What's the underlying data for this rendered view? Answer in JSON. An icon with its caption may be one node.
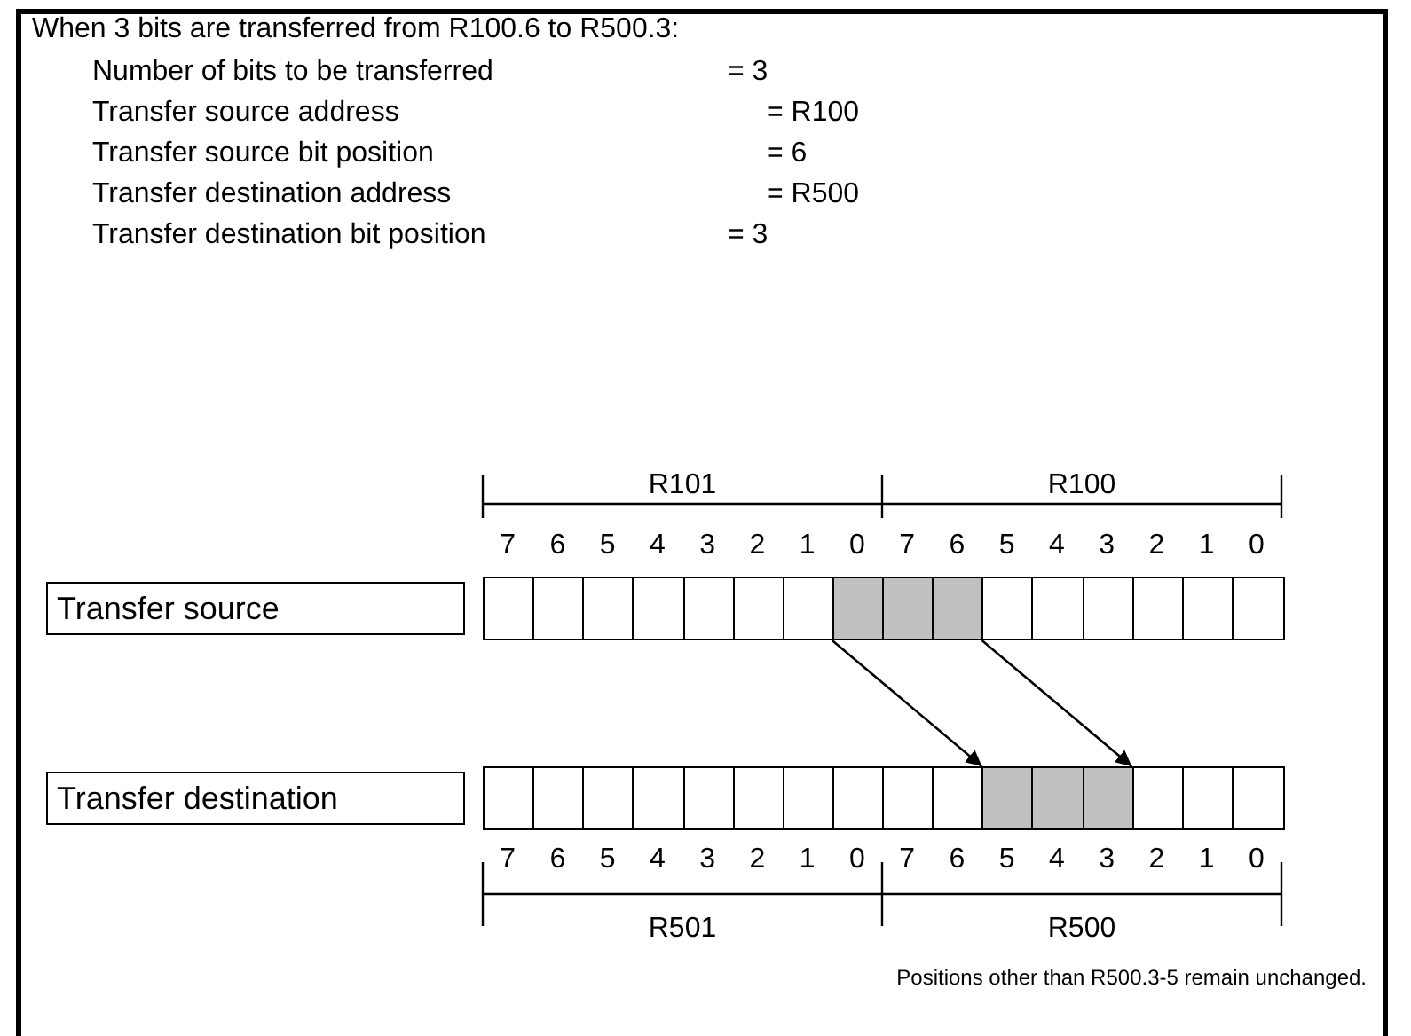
{
  "diagram": {
    "nodes": [
      {
        "text": [
          "Transfer source"
        ]
      },
      {
        "text": [],
        "shape": "box"
      },
      {
        "text": [],
        "shape": "box"
      },
      {
        "text": [],
        "shape": "box"
      },
      {
        "text": [],
        "shape": "box"
      },
      {
        "text": [],
        "shape": "box"
      },
      {
        "text": [],
        "shape": "box"
      },
      {
        "text": [],
        "shape": "box"
      },
      {
        "text": [],
        "shape": "box"
      },
      {
        "text": [],
        "shape": "box"
      },
      {
        "text": [],
        "shape": "box"
      },
      {
        "text": [],
        "shape": "box"
      },
      {
        "text": [],
        "shape": "box"
      },
      {
        "text": [],
        "shape": "box"
      },
      {
        "text": [],
        "shape": "box"
      },
      {
        "text": [],
        "shape": "box"
      },
      {
        "text": [],
        "shape": "box"
      },
      {
        "text": [
          "Transfer destination"
        ]
      },
      {
        "text": [],
        "shape": "box"
      },
      {
        "text": [],
        "shape": "box"
      },
      {
        "text": [],
        "shape": "box"
      },
      {
        "text": [],
        "shape": "box"
      },
      {
        "text": [],
        "shape": "box"
      },
      {
        "text": [],
        "shape": "box"
      },
      {
        "text": [],
        "shape": "box"
      },
      {
        "text": [],
        "shape": "box"
      },
      {
        "text": [],
        "shape": "box"
      },
      {
        "text": [],
        "shape": "box"
      },
      {
        "text": [],
        "shape": "box"
      },
      {
        "text": [],
        "shape": "box"
      },
      {
        "text": [],
        "shape": "box"
      },
      {
        "text": [],
        "shape": "box"
      },
      {
        "text": [],
        "shape": "box"
      },
      {
        "text": [],
        "shape": "box"
      }
    ],
    "edges": [
      {
        "from": 8,
        "to": 28,
        "arrow": "to"
      },
      {
        "from": 10,
        "to": 30,
        "arrow": "to"
      }
    ],
    "labels": [
      "When 3 bits are transferred from R100.6 to R500.3:",
      "Number of bits to be transferred",
      "= 3",
      "Transfer source address",
      "= R100",
      "Transfer source bit position",
      "= 6",
      "Transfer destination address",
      "= R500",
      "Transfer destination bit position",
      "= 3",
      "R101",
      "R100",
      "7",
      "6",
      "5",
      "4",
      "3",
      "2",
      "1",
      "0",
      "7",
      "6",
      "5",
      "4",
      "3",
      "2",
      "1",
      "0",
      "7",
      "6",
      "5",
      "4",
      "3",
      "2",
      "1",
      "0",
      "7",
      "6",
      "5",
      "4",
      "3",
      "2",
      "1",
      "0",
      "R501",
      "R500",
      "Positions other than R500.3-5 remain unchanged."
    ]
  }
}
